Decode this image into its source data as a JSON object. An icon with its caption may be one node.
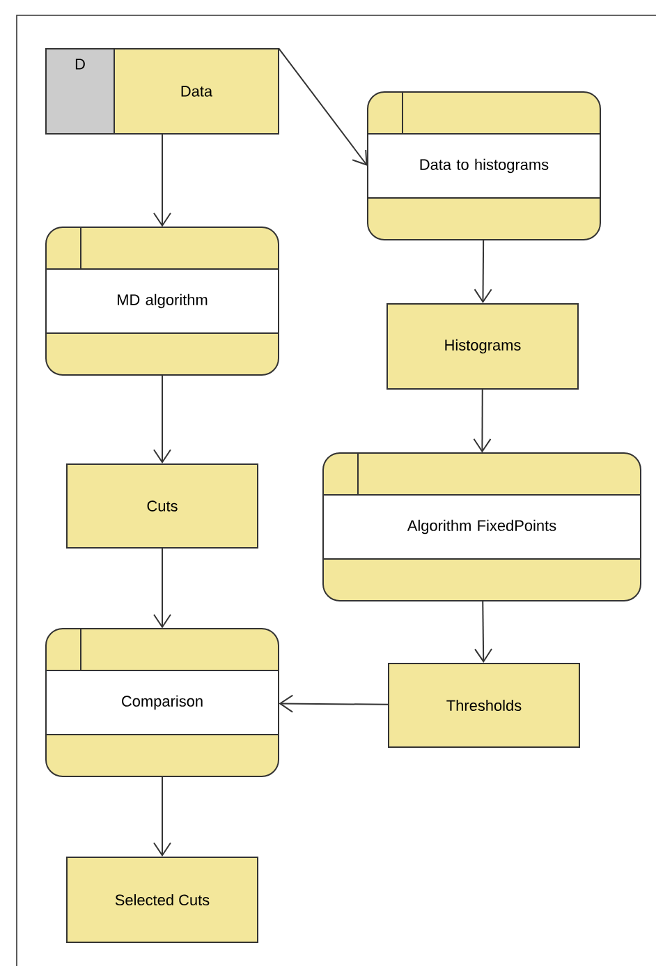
{
  "diagram": {
    "nodes": [
      {
        "text": [
          "D",
          "Data"
        ]
      },
      {
        "text": [
          "Data to histograms"
        ]
      },
      {
        "text": [
          "MD algorithm"
        ]
      },
      {
        "text": [
          "Histograms"
        ]
      },
      {
        "text": [
          "Cuts"
        ]
      },
      {
        "text": [
          "Algorithm FixedPoints"
        ]
      },
      {
        "text": [
          "Comparison"
        ]
      },
      {
        "text": [
          "Thresholds"
        ]
      },
      {
        "text": [
          "Selected Cuts"
        ]
      }
    ],
    "edges": [
      {
        "from": 0,
        "to": 2,
        "arrow": "to"
      },
      {
        "from": 0,
        "to": 1,
        "arrow": "to"
      },
      {
        "from": 1,
        "to": 3,
        "arrow": "to"
      },
      {
        "from": 2,
        "to": 4,
        "arrow": "to"
      },
      {
        "from": 3,
        "to": 5,
        "arrow": "to"
      },
      {
        "from": 4,
        "to": 6,
        "arrow": "to"
      },
      {
        "from": 5,
        "to": 7,
        "arrow": "to"
      },
      {
        "from": 7,
        "to": 6,
        "arrow": "to"
      },
      {
        "from": 6,
        "to": 8,
        "arrow": "to"
      }
    ]
  }
}
